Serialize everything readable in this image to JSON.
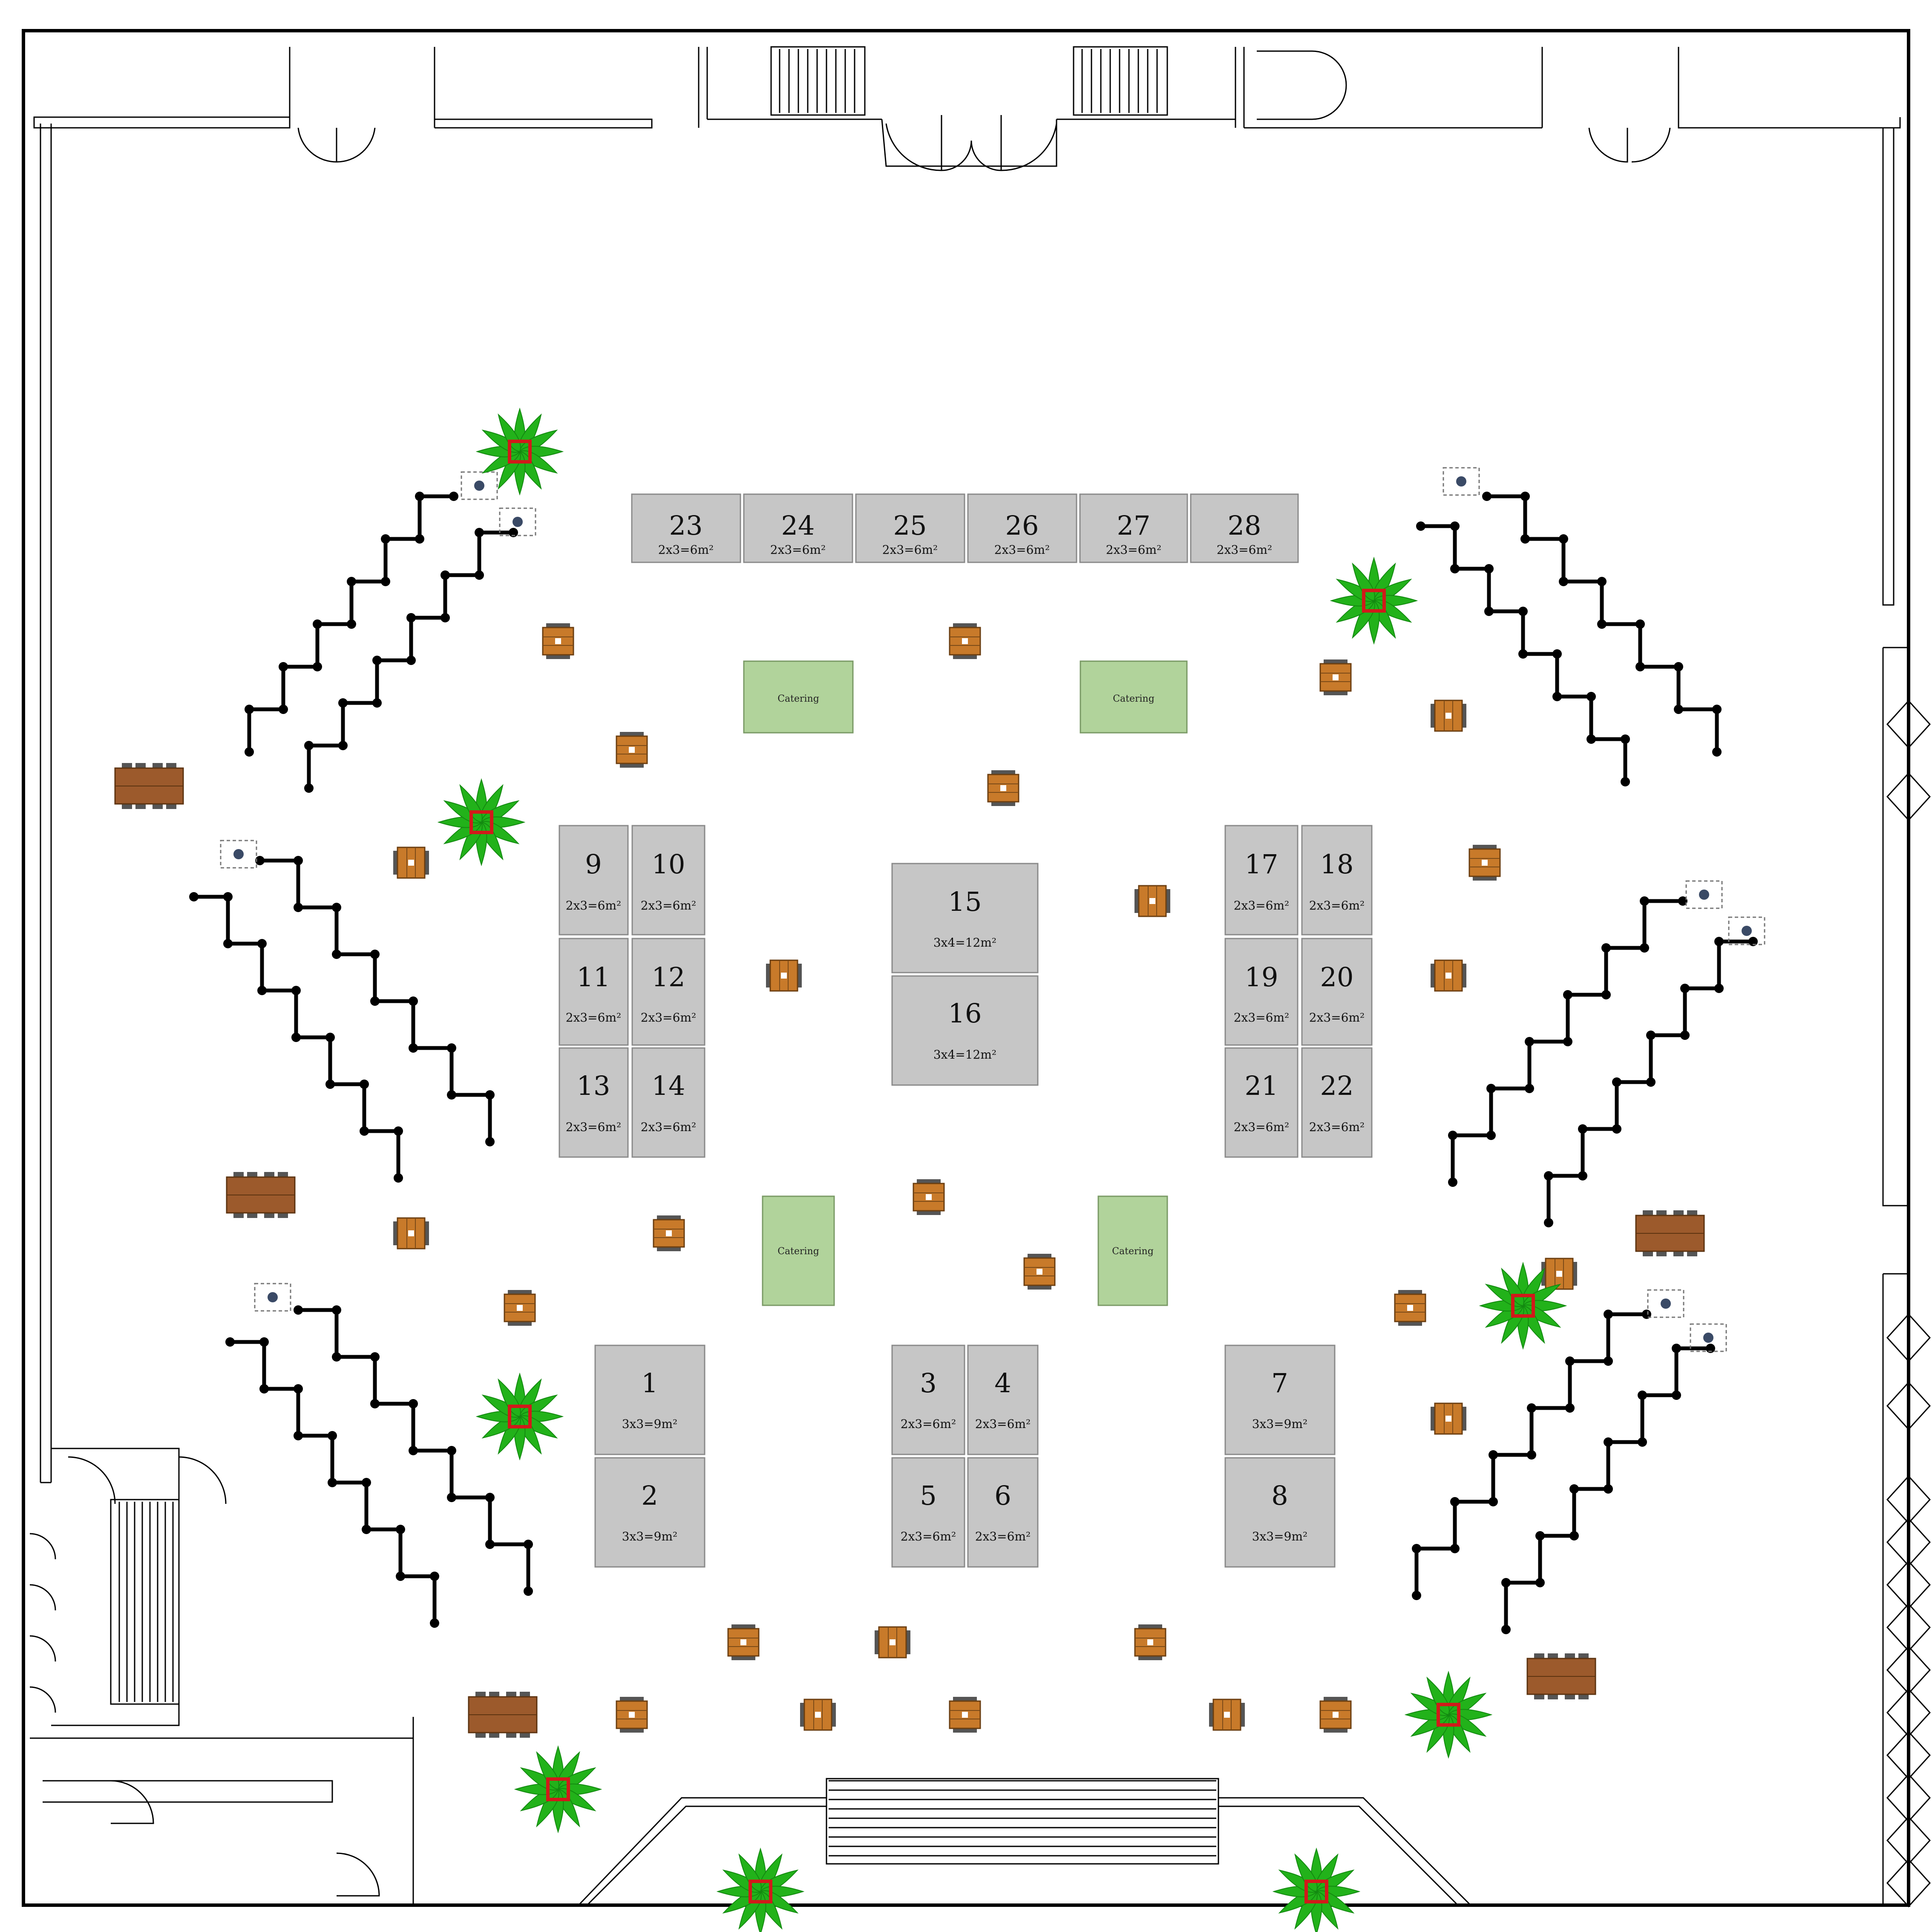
{
  "booths": [
    {
      "id": "23",
      "num": "23",
      "area": "2x3=6m²"
    },
    {
      "id": "24",
      "num": "24",
      "area": "2x3=6m²"
    },
    {
      "id": "25",
      "num": "25",
      "area": "2x3=6m²"
    },
    {
      "id": "26",
      "num": "26",
      "area": "2x3=6m²"
    },
    {
      "id": "27",
      "num": "27",
      "area": "2x3=6m²"
    },
    {
      "id": "28",
      "num": "28",
      "area": "2x3=6m²"
    },
    {
      "id": "9",
      "num": "9",
      "area": "2x3=6m²"
    },
    {
      "id": "10",
      "num": "10",
      "area": "2x3=6m²"
    },
    {
      "id": "11",
      "num": "11",
      "area": "2x3=6m²"
    },
    {
      "id": "12",
      "num": "12",
      "area": "2x3=6m²"
    },
    {
      "id": "13",
      "num": "13",
      "area": "2x3=6m²"
    },
    {
      "id": "14",
      "num": "14",
      "area": "2x3=6m²"
    },
    {
      "id": "15",
      "num": "15",
      "area": "3x4=12m²"
    },
    {
      "id": "16",
      "num": "16",
      "area": "3x4=12m²"
    },
    {
      "id": "17",
      "num": "17",
      "area": "2x3=6m²"
    },
    {
      "id": "18",
      "num": "18",
      "area": "2x3=6m²"
    },
    {
      "id": "19",
      "num": "19",
      "area": "2x3=6m²"
    },
    {
      "id": "20",
      "num": "20",
      "area": "2x3=6m²"
    },
    {
      "id": "21",
      "num": "21",
      "area": "2x3=6m²"
    },
    {
      "id": "22",
      "num": "22",
      "area": "2x3=6m²"
    },
    {
      "id": "1",
      "num": "1",
      "area": "3x3=9m²"
    },
    {
      "id": "2",
      "num": "2",
      "area": "3x3=9m²"
    },
    {
      "id": "3",
      "num": "3",
      "area": "2x3=6m²"
    },
    {
      "id": "4",
      "num": "4",
      "area": "2x3=6m²"
    },
    {
      "id": "5",
      "num": "5",
      "area": "2x3=6m²"
    },
    {
      "id": "6",
      "num": "6",
      "area": "2x3=6m²"
    },
    {
      "id": "7",
      "num": "7",
      "area": "3x3=9m²"
    },
    {
      "id": "8",
      "num": "8",
      "area": "3x3=9m²"
    }
  ],
  "catering": [
    {
      "label": "Catering"
    },
    {
      "label": "Catering"
    },
    {
      "label": "Catering"
    },
    {
      "label": "Catering"
    }
  ],
  "colors": {
    "booth_fill": "#c6c6c6",
    "catering_fill": "#b1d39b",
    "table_wood": "#c87a2a",
    "plant_green": "#22b21a",
    "plant_pot": "#d11a1a"
  },
  "icons": [
    "palm-plant-icon",
    "cocktail-table-icon",
    "bench-table-icon",
    "stanchion-queue-icon",
    "spotlight-icon",
    "staircase-icon",
    "door-icon"
  ]
}
